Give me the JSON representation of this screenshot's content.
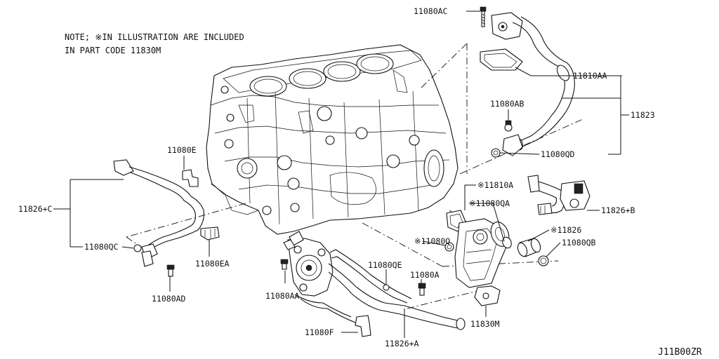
{
  "note": {
    "line1": "NOTE; ※IN ILLUSTRATION ARE INCLUDED",
    "line2": "IN PART CODE 11830M"
  },
  "diagram_code": "J11B00ZR",
  "callouts": {
    "c_11080AC": "11080AC",
    "c_11810AA": "11810AA",
    "c_11080AB": "11080AB",
    "c_11823": "11823",
    "c_11080QD": "11080QD",
    "c_11080E": "11080E",
    "c_11826C": "11826+C",
    "c_11080QC": "11080QC",
    "c_11080EA": "11080EA",
    "c_11080AD": "11080AD",
    "c_11810A": "※11810A",
    "c_11080QA": "※11080QA",
    "c_11826B": "11826+B",
    "c_11826": "※11826",
    "c_11080Q": "※11080Q",
    "c_11080QB": "11080QB",
    "c_11080QE": "11080QE",
    "c_11080A": "11080A",
    "c_11080AA": "11080AA",
    "c_11830M": "11830M",
    "c_11080F": "11080F",
    "c_11826A": "11826+A"
  }
}
